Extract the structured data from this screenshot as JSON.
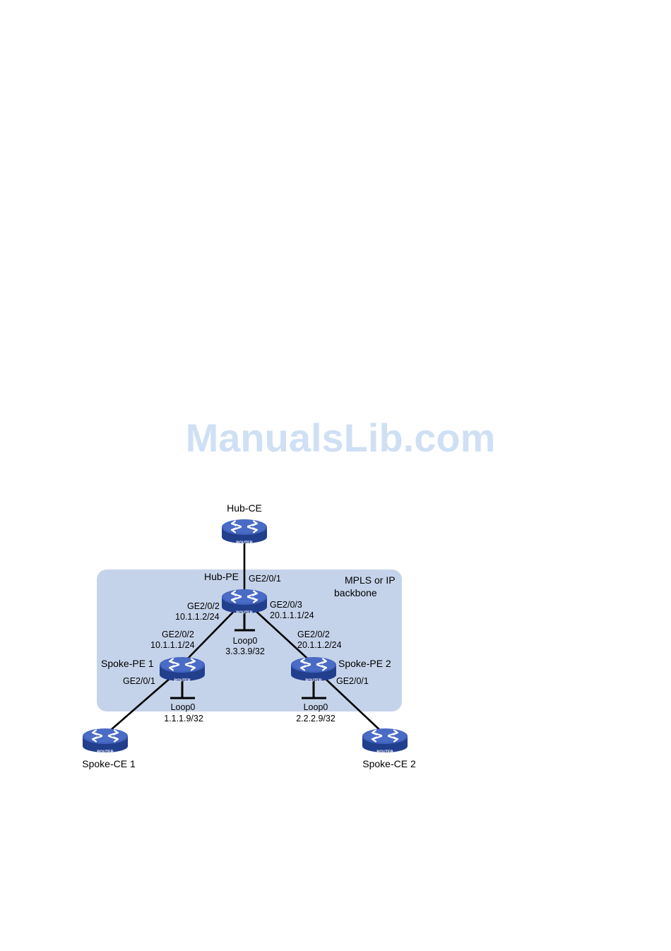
{
  "watermark": "ManualsLib.com",
  "colors": {
    "backbone_fill": "#c5d3ea",
    "router_top": "#3f5fb8",
    "router_body": "#2b4a9e",
    "router_dark": "#1c3577",
    "link": "#000000",
    "watermark": "#cfe0f4"
  },
  "icons": {
    "router": "router-icon",
    "loopback": "loopback-icon"
  },
  "router_badge": "ROUTER",
  "backbone": {
    "label_line1": "MPLS or IP",
    "label_line2": "backbone"
  },
  "devices": {
    "hub_ce": {
      "name": "Hub-CE"
    },
    "hub_pe": {
      "name": "Hub-PE",
      "uplink": "GE2/0/1",
      "left_if": "GE2/0/2",
      "left_ip": "10.1.1.2/24",
      "right_if": "GE2/0/3",
      "right_ip": "20.1.1.1/24",
      "loop_name": "Loop0",
      "loop_ip": "3.3.3.9/32"
    },
    "spoke_pe1": {
      "name": "Spoke-PE 1",
      "up_if": "GE2/0/2",
      "up_ip": "10.1.1.1/24",
      "down_if": "GE2/0/1",
      "loop_name": "Loop0",
      "loop_ip": "1.1.1.9/32"
    },
    "spoke_pe2": {
      "name": "Spoke-PE 2",
      "up_if": "GE2/0/2",
      "up_ip": "20.1.1.2/24",
      "down_if": "GE2/0/1",
      "loop_name": "Loop0",
      "loop_ip": "2.2.2.9/32"
    },
    "spoke_ce1": {
      "name": "Spoke-CE 1"
    },
    "spoke_ce2": {
      "name": "Spoke-CE 2"
    }
  }
}
